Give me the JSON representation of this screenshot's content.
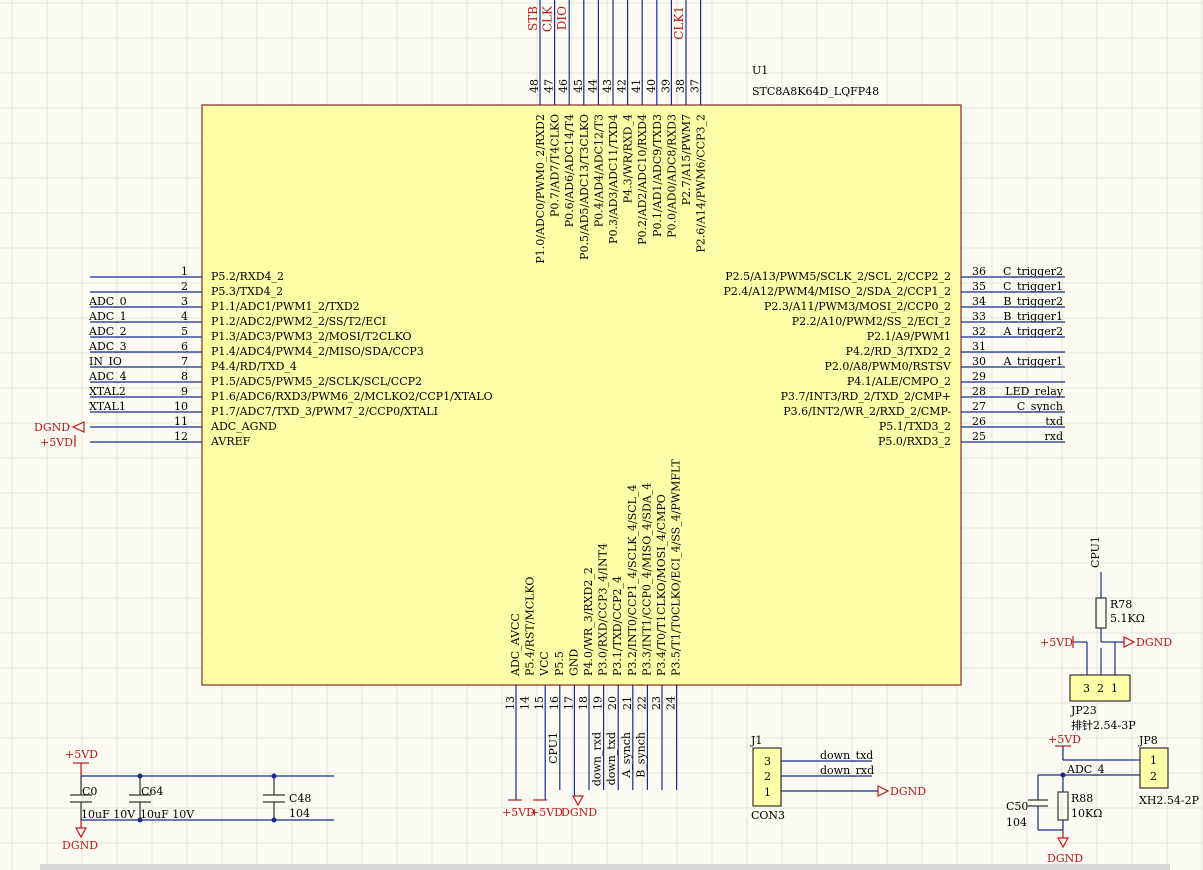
{
  "u1": {
    "designator": "U1",
    "part": "STC8A8K64D_LQFP48",
    "left_pins": [
      {
        "num": "1",
        "name": "P5.2/RXD4_2",
        "net": ""
      },
      {
        "num": "2",
        "name": "P5.3/TXD4_2",
        "net": ""
      },
      {
        "num": "3",
        "name": "P1.1/ADC1/PWM1_2/TXD2",
        "net": "ADC_0"
      },
      {
        "num": "4",
        "name": "P1.2/ADC2/PWM2_2/SS/T2/ECI",
        "net": "ADC_1"
      },
      {
        "num": "5",
        "name": "P1.3/ADC3/PWM3_2/MOSI/T2CLKO",
        "net": "ADC_2"
      },
      {
        "num": "6",
        "name": "P1.4/ADC4/PWM4_2/MISO/SDA/CCP3",
        "net": "ADC_3"
      },
      {
        "num": "7",
        "name": "P4.4/RD/TXD_4",
        "net": "IN_IO"
      },
      {
        "num": "8",
        "name": "P1.5/ADC5/PWM5_2/SCLK/SCL/CCP2",
        "net": "ADC_4"
      },
      {
        "num": "9",
        "name": "P1.6/ADC6/RXD3/PWM6_2/MCLKO2/CCP1/XTALO",
        "net": "XTAL2"
      },
      {
        "num": "10",
        "name": "P1.7/ADC7/TXD_3/PWM7_2/CCP0/XTALI",
        "net": "XTAL1"
      },
      {
        "num": "11",
        "name": "ADC_AGND",
        "net": "DGND"
      },
      {
        "num": "12",
        "name": "AVREF",
        "net": "+5VD"
      }
    ],
    "right_pins": [
      {
        "num": "36",
        "name": "P2.5/A13/PWM5/SCLK_2/SCL_2/CCP2_2",
        "net": "C_trigger2"
      },
      {
        "num": "35",
        "name": "P2.4/A12/PWM4/MISO_2/SDA_2/CCP1_2",
        "net": "C_trigger1"
      },
      {
        "num": "34",
        "name": "P2.3/A11/PWM3/MOSI_2/CCP0_2",
        "net": "B_trigger2"
      },
      {
        "num": "33",
        "name": "P2.2/A10/PWM2/SS_2/ECI_2",
        "net": "B_trigger1"
      },
      {
        "num": "32",
        "name": "P2.1/A9/PWM1",
        "net": "A_trigger2"
      },
      {
        "num": "31",
        "name": "P4.2/RD_3/TXD2_2",
        "net": ""
      },
      {
        "num": "30",
        "name": "P2.0/A8/PWM0/RSTSV",
        "net": "A_trigger1"
      },
      {
        "num": "29",
        "name": "P4.1/ALE/CMPO_2",
        "net": ""
      },
      {
        "num": "28",
        "name": "P3.7/INT3/RD_2/TXD_2/CMP+",
        "net": "LED_relay"
      },
      {
        "num": "27",
        "name": "P3.6/INT2/WR_2/RXD_2/CMP-",
        "net": "C_synch"
      },
      {
        "num": "26",
        "name": "P5.1/TXD3_2",
        "net": "txd"
      },
      {
        "num": "25",
        "name": "P5.0/RXD3_2",
        "net": "rxd"
      }
    ],
    "top_pins": [
      {
        "num": "48",
        "name": "P1.0/ADC0/PWM0_2/RXD2",
        "net": "STB"
      },
      {
        "num": "47",
        "name": "P0.7/AD7/T4CLKO",
        "net": "CLK"
      },
      {
        "num": "46",
        "name": "P0.6/AD6/ADC14/T4",
        "net": "DIO"
      },
      {
        "num": "45",
        "name": "P0.5/AD5/ADC13/T3CLKO",
        "net": ""
      },
      {
        "num": "44",
        "name": "P0.4/AD4/ADC12/T3",
        "net": ""
      },
      {
        "num": "43",
        "name": "P0.3/AD3/ADC11/TXD4",
        "net": ""
      },
      {
        "num": "42",
        "name": "P4.3/WR/RXD_4",
        "net": ""
      },
      {
        "num": "41",
        "name": "P0.2/AD2/ADC10/RXD4",
        "net": ""
      },
      {
        "num": "40",
        "name": "P0.1/AD1/ADC9/TXD3",
        "net": ""
      },
      {
        "num": "39",
        "name": "P0.0/AD0/ADC8/RXD3",
        "net": ""
      },
      {
        "num": "38",
        "name": "P2.7/A15/PWM7",
        "net": "CLK1"
      },
      {
        "num": "37",
        "name": "P2.6/A14/PWM6/CCP3_2",
        "net": ""
      }
    ],
    "bottom_pins": [
      {
        "num": "13",
        "name": "ADC_AVCC",
        "net": "+5VD"
      },
      {
        "num": "14",
        "name": "P5.4/RST/MCLKO",
        "net": ""
      },
      {
        "num": "15",
        "name": "VCC",
        "net": "+5VD"
      },
      {
        "num": "16",
        "name": "P5.5",
        "net": "CPU1"
      },
      {
        "num": "17",
        "name": "GND",
        "net": "DGND"
      },
      {
        "num": "18",
        "name": "P4.0/WR_3/RXD2_2",
        "net": ""
      },
      {
        "num": "19",
        "name": "P3.0/RXD/CCP3_4/INT4",
        "net": "down_rxd"
      },
      {
        "num": "20",
        "name": "P3.1/TXD/CCP2_4",
        "net": "down_txd"
      },
      {
        "num": "21",
        "name": "P3.2/INT0/CCP1_4/SCLK_4/SCL_4",
        "net": "A_synch"
      },
      {
        "num": "22",
        "name": "P3.3/INT1/CCP0_4/MISO_4/SDA_4",
        "net": "B_synch"
      },
      {
        "num": "23",
        "name": "P3.4/T0/T1CLKO/MOSI_4/CMPO",
        "net": ""
      },
      {
        "num": "24",
        "name": "P3.5/T1/T0CLKO/ECI_4/SS_4/PWMFLT",
        "net": ""
      }
    ]
  },
  "caps": [
    {
      "ref": "C0",
      "value": "10uF 10V"
    },
    {
      "ref": "C64",
      "value": "10uF 10V"
    },
    {
      "ref": "C48",
      "value": "104"
    }
  ],
  "power": {
    "vcc": "+5VD",
    "gnd": "DGND"
  },
  "jp23": {
    "ref": "JP23",
    "part": "排针2.54-3P",
    "pins": [
      "3",
      "2",
      "1"
    ],
    "net_cpu": "CPU1"
  },
  "r78": {
    "ref": "R78",
    "value": "5.1KΩ"
  },
  "j1": {
    "ref": "J1",
    "part": "CON3",
    "pins": [
      "3",
      "2",
      "1"
    ],
    "nets": [
      "down_txd",
      "down_rxd"
    ]
  },
  "jp8": {
    "ref": "JP8",
    "part": "XH2.54-2P",
    "pins": [
      "1",
      "2"
    ],
    "net": "ADC_4"
  },
  "r88": {
    "ref": "R88",
    "value": "10KΩ"
  },
  "c50": {
    "ref": "C50",
    "value": "104"
  },
  "colors": {
    "body": "#ffffa8",
    "body_border": "#8a2a22",
    "wire": "#1a2a8c",
    "power": "#c01818",
    "background": "#fbfbf4"
  }
}
